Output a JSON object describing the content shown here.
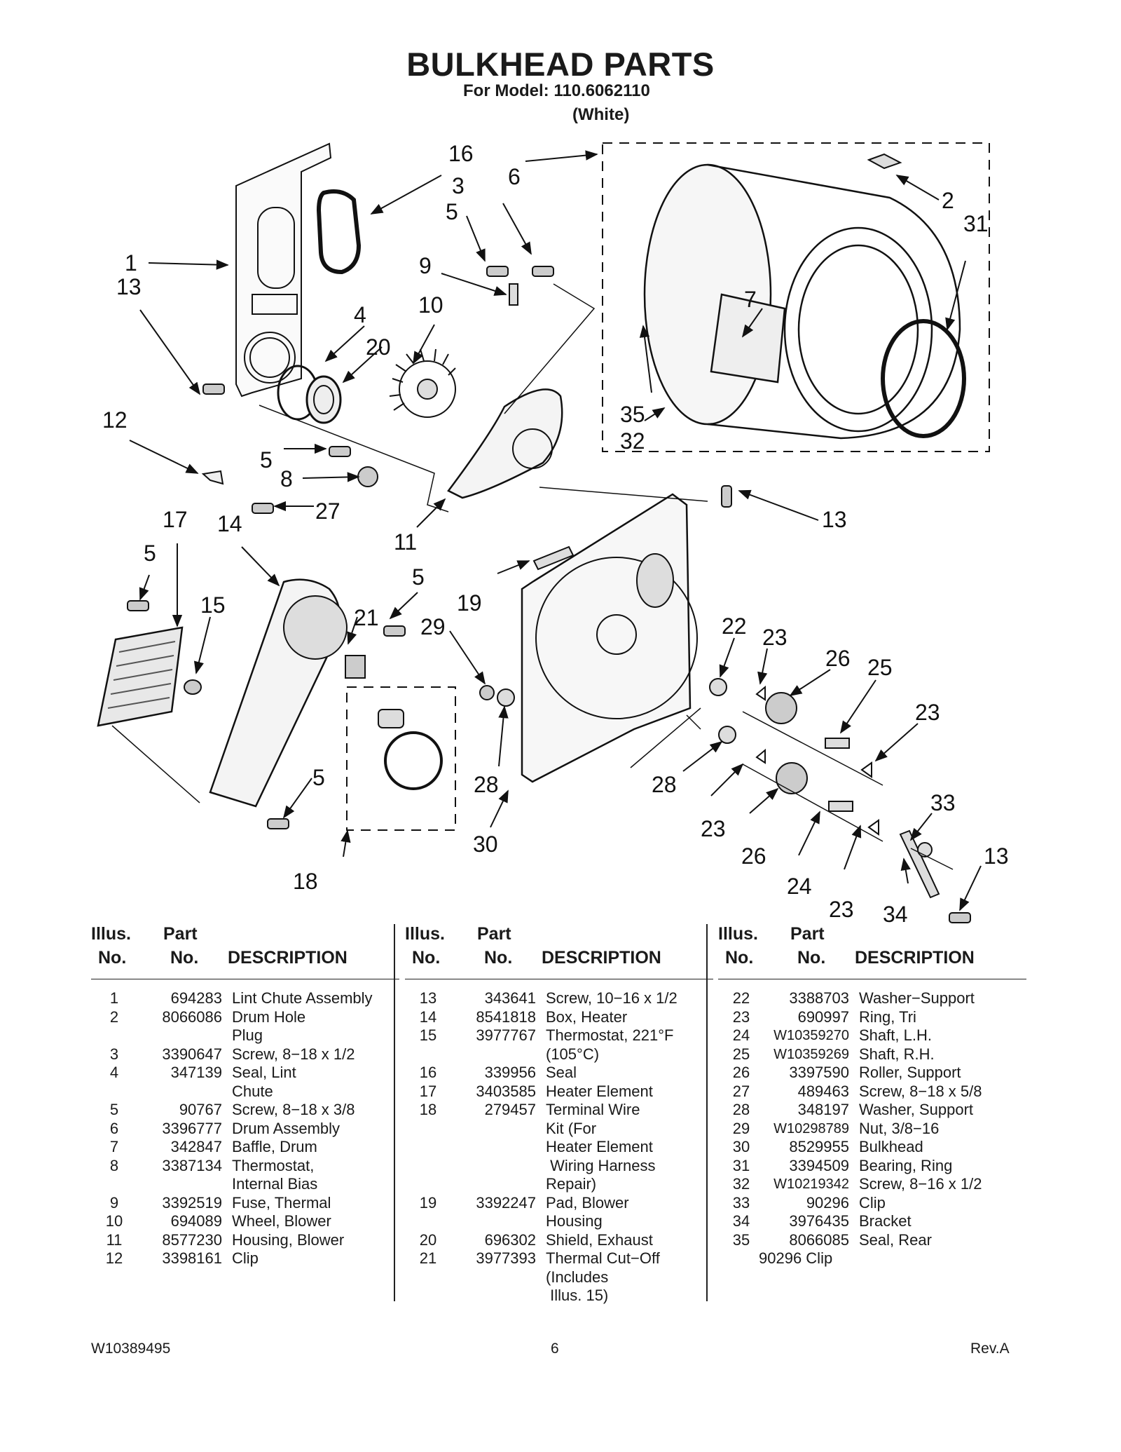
{
  "header": {
    "title": "BULKHEAD PARTS",
    "model_line": "For Model: 110.6062110",
    "color_line": "(White)"
  },
  "diagram": {
    "callouts": [
      "1",
      "2",
      "3",
      "4",
      "5",
      "6",
      "7",
      "8",
      "9",
      "10",
      "11",
      "12",
      "13",
      "14",
      "15",
      "16",
      "17",
      "18",
      "19",
      "20",
      "21",
      "22",
      "23",
      "24",
      "25",
      "26",
      "27",
      "28",
      "29",
      "30",
      "31",
      "32",
      "33",
      "34",
      "35"
    ]
  },
  "table": {
    "header": {
      "illus_line1": "Illus.",
      "illus_line2": "No.",
      "part_line1": "Part",
      "part_line2": "No.",
      "description": "DESCRIPTION"
    },
    "columns": [
      [
        {
          "illus": "1",
          "part": "694283",
          "desc": "Lint Chute Assembly"
        },
        {
          "illus": "2",
          "part": "8066086",
          "desc": "Drum Hole"
        },
        {
          "illus": "",
          "part": "",
          "desc": "Plug"
        },
        {
          "illus": "3",
          "part": "3390647",
          "desc": "Screw, 8−18 x 1/2"
        },
        {
          "illus": "4",
          "part": "347139",
          "desc": "Seal, Lint"
        },
        {
          "illus": "",
          "part": "",
          "desc": "Chute"
        },
        {
          "illus": "5",
          "part": "90767",
          "desc": "Screw, 8−18 x 3/8"
        },
        {
          "illus": "6",
          "part": "3396777",
          "desc": "Drum Assembly"
        },
        {
          "illus": "7",
          "part": "342847",
          "desc": "Baffle, Drum"
        },
        {
          "illus": "8",
          "part": "3387134",
          "desc": "Thermostat,"
        },
        {
          "illus": "",
          "part": "",
          "desc": "Internal Bias"
        },
        {
          "illus": "9",
          "part": "3392519",
          "desc": "Fuse, Thermal"
        },
        {
          "illus": "10",
          "part": "694089",
          "desc": "Wheel, Blower"
        },
        {
          "illus": "11",
          "part": "8577230",
          "desc": "Housing, Blower"
        },
        {
          "illus": "12",
          "part": "3398161",
          "desc": "Clip"
        }
      ],
      [
        {
          "illus": "13",
          "part": "343641",
          "desc": "Screw, 10−16 x 1/2"
        },
        {
          "illus": "14",
          "part": "8541818",
          "desc": "Box, Heater"
        },
        {
          "illus": "15",
          "part": "3977767",
          "desc": "Thermostat, 221°F"
        },
        {
          "illus": "",
          "part": "",
          "desc": "(105°C)"
        },
        {
          "illus": "16",
          "part": "339956",
          "desc": "Seal"
        },
        {
          "illus": "17",
          "part": "3403585",
          "desc": "Heater Element"
        },
        {
          "illus": "18",
          "part": "279457",
          "desc": "Terminal Wire"
        },
        {
          "illus": "",
          "part": "",
          "desc": "Kit (For"
        },
        {
          "illus": "",
          "part": "",
          "desc": "Heater Element"
        },
        {
          "illus": "",
          "part": "",
          "desc": " Wiring Harness"
        },
        {
          "illus": "",
          "part": "",
          "desc": "Repair)"
        },
        {
          "illus": "19",
          "part": "3392247",
          "desc": "Pad, Blower"
        },
        {
          "illus": "",
          "part": "",
          "desc": "Housing"
        },
        {
          "illus": "20",
          "part": "696302",
          "desc": "Shield, Exhaust"
        },
        {
          "illus": "21",
          "part": "3977393",
          "desc": "Thermal Cut−Off"
        },
        {
          "illus": "",
          "part": "",
          "desc": "(Includes"
        },
        {
          "illus": "",
          "part": "",
          "desc": " Illus. 15)"
        }
      ],
      [
        {
          "illus": "22",
          "part": "3388703",
          "desc": "Washer−Support"
        },
        {
          "illus": "23",
          "part": "690997",
          "desc": "Ring, Tri"
        },
        {
          "illus": "24",
          "part": "W10359270",
          "desc": "Shaft, L.H."
        },
        {
          "illus": "25",
          "part": "W10359269",
          "desc": "Shaft, R.H."
        },
        {
          "illus": "26",
          "part": "3397590",
          "desc": "Roller, Support"
        },
        {
          "illus": "27",
          "part": "489463",
          "desc": "Screw, 8−18 x 5/8"
        },
        {
          "illus": "28",
          "part": "348197",
          "desc": "Washer, Support"
        },
        {
          "illus": "29",
          "part": "W10298789",
          "desc": "Nut, 3/8−16"
        },
        {
          "illus": "30",
          "part": "8529955",
          "desc": "Bulkhead"
        },
        {
          "illus": "31",
          "part": "3394509",
          "desc": "Bearing, Ring"
        },
        {
          "illus": "32",
          "part": "W10219342",
          "desc": "Screw, 8−16 x 1/2"
        },
        {
          "illus": "33",
          "part": "90296",
          "desc": "Clip"
        },
        {
          "illus": "34",
          "part": "3976435",
          "desc": "Bracket"
        },
        {
          "illus": "35",
          "part": "8066085",
          "desc": "Seal, Rear"
        }
      ]
    ],
    "extra_line": "90296 Clip"
  },
  "footer": {
    "left": "W10389495",
    "center": "6",
    "right": "Rev.A"
  }
}
